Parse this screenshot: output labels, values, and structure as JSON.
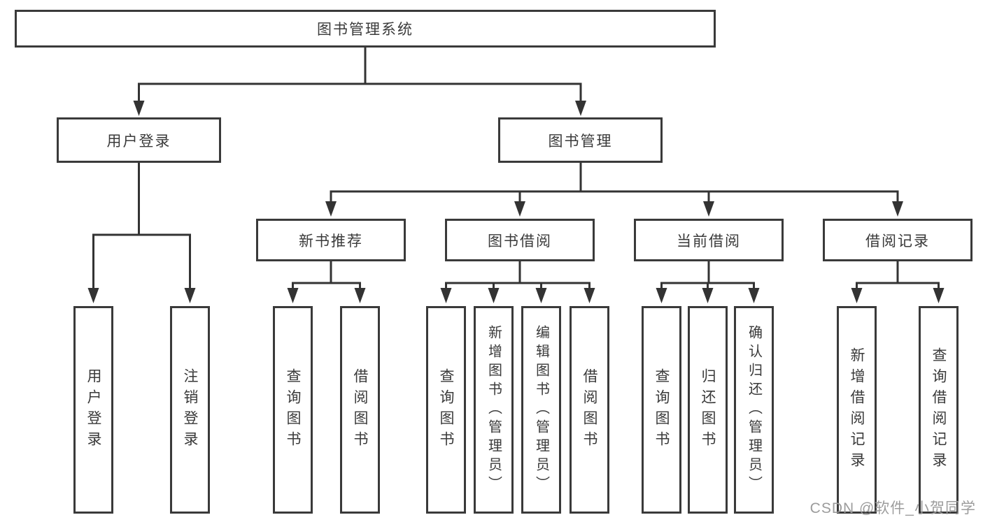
{
  "tree": {
    "root": {
      "label": "图书管理系统"
    },
    "branches": [
      {
        "label": "用户登录",
        "children": [
          {
            "label": "用户登录"
          },
          {
            "label": "注销登录"
          }
        ]
      },
      {
        "label": "图书管理",
        "groups": [
          {
            "label": "新书推荐",
            "children": [
              {
                "label": "查询图书"
              },
              {
                "label": "借阅图书"
              }
            ]
          },
          {
            "label": "图书借阅",
            "children": [
              {
                "label": "查询图书"
              },
              {
                "label": "新增图书（管理员）"
              },
              {
                "label": "编辑图书（管理员）"
              },
              {
                "label": "借阅图书"
              }
            ]
          },
          {
            "label": "当前借阅",
            "children": [
              {
                "label": "查询图书"
              },
              {
                "label": "归还图书"
              },
              {
                "label": "确认归还（管理员）"
              }
            ]
          },
          {
            "label": "借阅记录",
            "children": [
              {
                "label": "新增借阅记录"
              },
              {
                "label": "查询借阅记录"
              }
            ]
          }
        ]
      }
    ]
  },
  "watermark": "CSDN @软件_小贺同学",
  "colors": {
    "line": "#333333",
    "box_border": "#3a3a3a",
    "text": "#3a3a3a",
    "watermark": "#9c9c9c",
    "background": "#ffffff"
  }
}
